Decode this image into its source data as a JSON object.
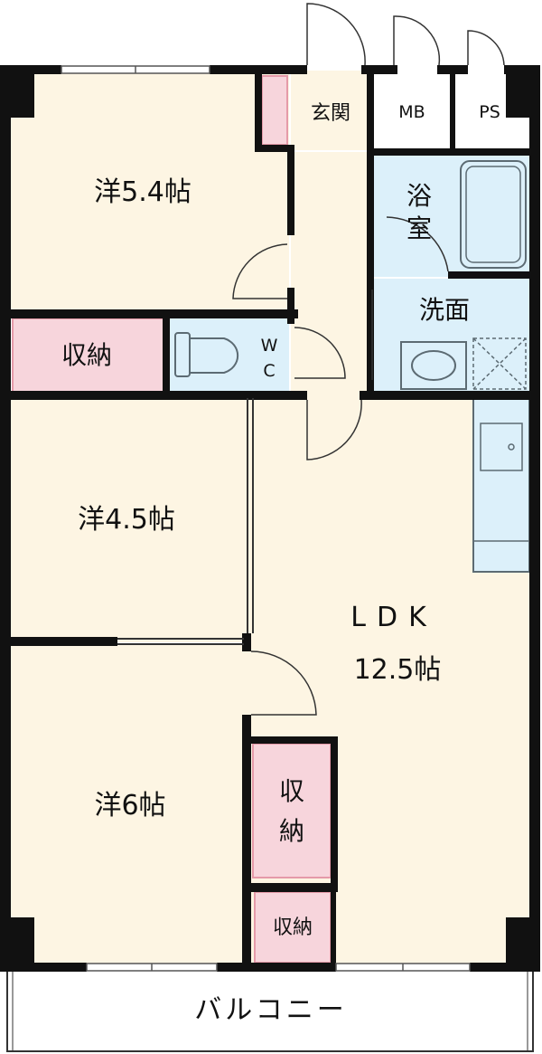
{
  "rooms": {
    "western_54": "洋5.4帖",
    "genkan": "玄関",
    "mb": "MB",
    "ps": "PS",
    "bath_1": "浴",
    "bath_2": "室",
    "senmen": "洗面",
    "storage_top": "収納",
    "wc_1": "W",
    "wc_2": "C",
    "western_45": "洋4.5帖",
    "ldk": "LDK",
    "ldk_size": "12.5帖",
    "western_6": "洋6帖",
    "storage_mid_1": "収",
    "storage_mid_2": "納",
    "storage_bottom": "収納",
    "balcony": "バルコニー"
  },
  "colors": {
    "wall": "#111111",
    "room_floor": "#fdf5e3",
    "storage_fill": "#f7d5dc",
    "storage_edge": "#e59aa9",
    "wet_area_fill": "#dcf0fa",
    "fixture_stroke": "#5c6b73",
    "balcony_fill": "#ffffff"
  }
}
